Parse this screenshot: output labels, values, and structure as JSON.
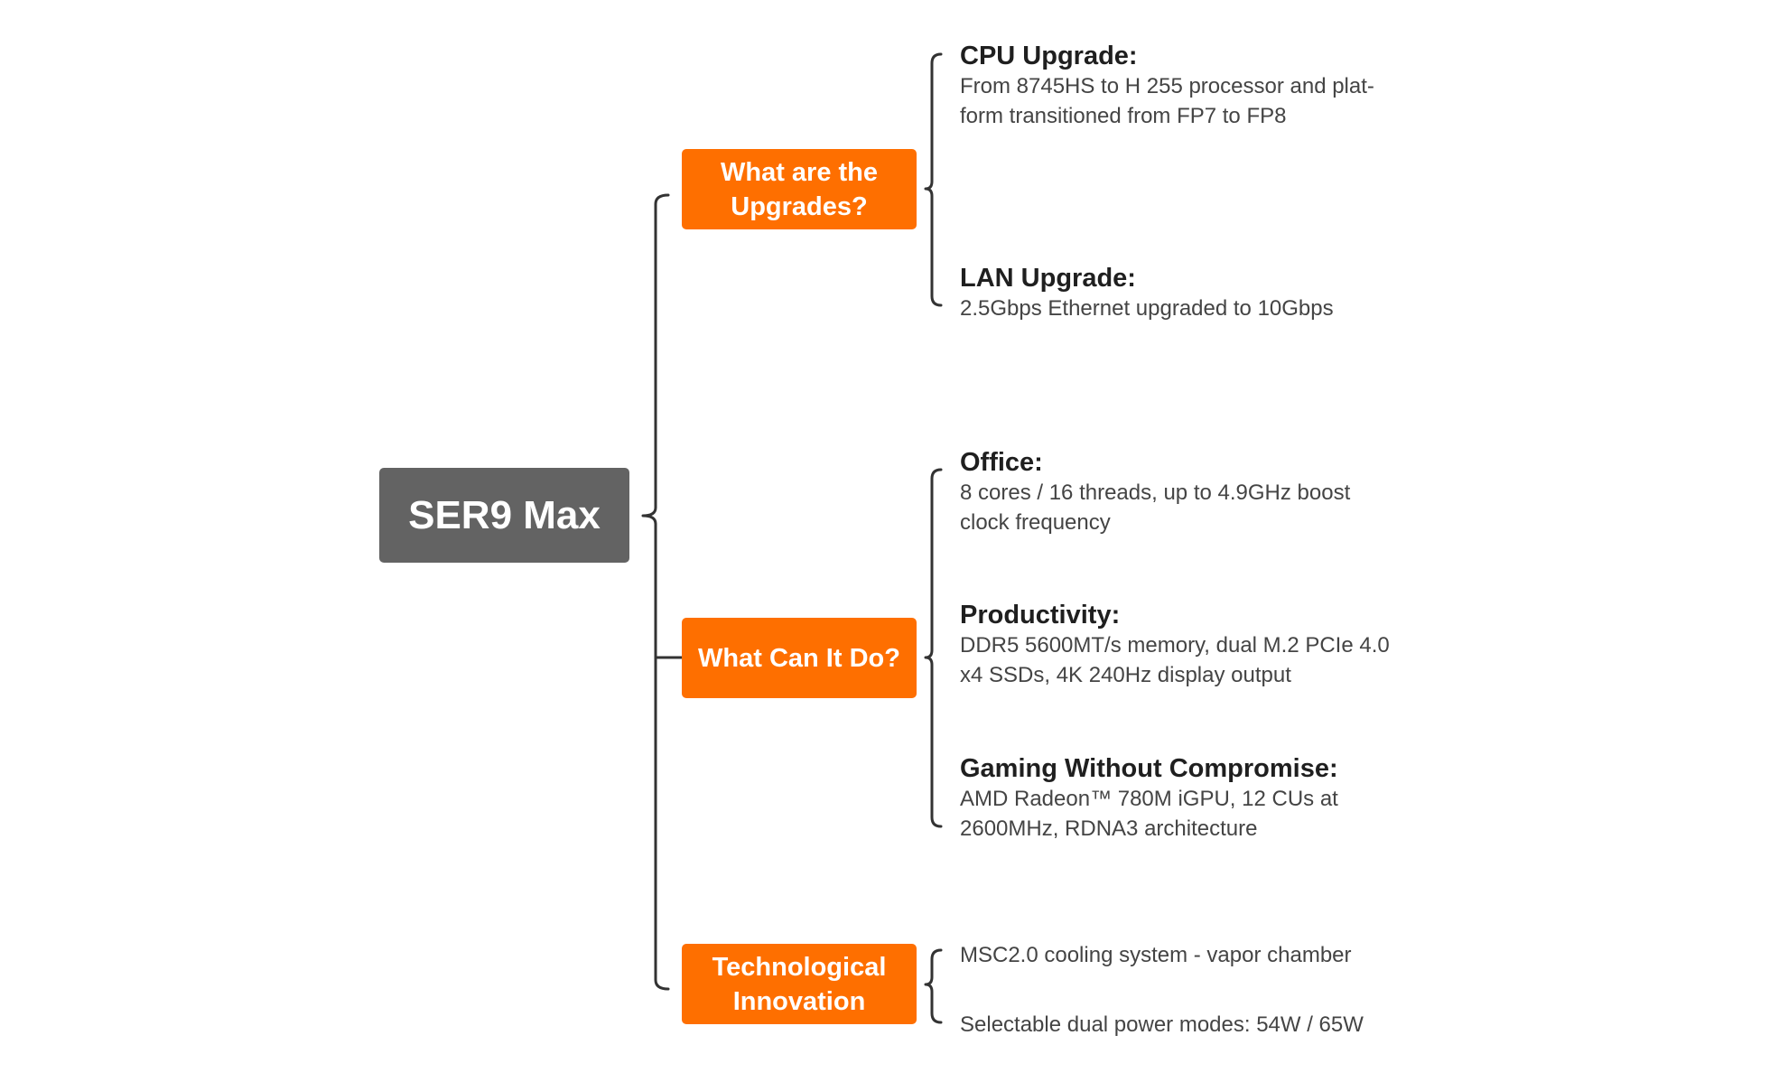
{
  "root": {
    "label": "SER9 Max"
  },
  "colors": {
    "root_bg": "#636363",
    "branch_bg": "#fe6f00",
    "connector": "#333333",
    "title_text": "#1f1f1f",
    "body_text": "#444444"
  },
  "branches": [
    {
      "label": "What are the Upgrades?",
      "label_lines": [
        "What are the",
        "Upgrades?"
      ],
      "children": [
        {
          "title": "CPU Upgrade:",
          "body_lines": [
            "From 8745HS to H 255 processor and plat-",
            "form transitioned from FP7 to FP8"
          ]
        },
        {
          "title": "LAN Upgrade:",
          "body_lines": [
            "2.5Gbps Ethernet upgraded to 10Gbps"
          ]
        }
      ]
    },
    {
      "label": "What Can It Do?",
      "label_lines": [
        "What Can It Do?"
      ],
      "children": [
        {
          "title": "Office:",
          "body_lines": [
            "8 cores / 16 threads, up to 4.9GHz boost",
            "clock frequency"
          ]
        },
        {
          "title": "Productivity:",
          "body_lines": [
            "DDR5 5600MT/s memory, dual M.2 PCIe 4.0",
            "x4 SSDs, 4K 240Hz display output"
          ]
        },
        {
          "title": "Gaming Without Compromise:",
          "body_lines": [
            "AMD Radeon™ 780M iGPU, 12 CUs at",
            "2600MHz, RDNA3 architecture"
          ]
        }
      ]
    },
    {
      "label": "Technological Innovation",
      "label_lines": [
        "Technological",
        "Innovation"
      ],
      "children": [
        {
          "body_lines": [
            "MSC2.0 cooling system - vapor chamber"
          ]
        },
        {
          "body_lines": [
            "Selectable dual power modes: 54W / 65W"
          ]
        }
      ]
    }
  ]
}
